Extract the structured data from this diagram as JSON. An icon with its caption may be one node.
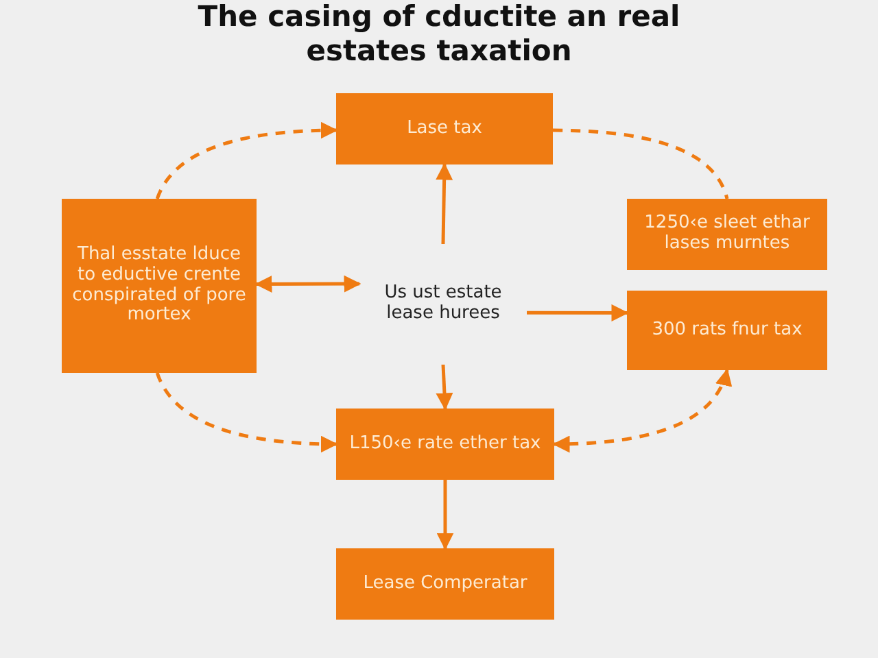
{
  "diagram": {
    "title": "The casing of cductite an real estates taxation",
    "nodes": [
      {
        "text": [
          "Lase tax"
        ]
      },
      {
        "text": [
          "Thal esstate lduce to eductive crente conspirated of pore mortex"
        ]
      },
      {
        "text": [
          "Us ust estate lease hurees"
        ]
      },
      {
        "text": [
          "1250‹e sleet ethar lases murntes"
        ]
      },
      {
        "text": [
          "300 rats fnur tax"
        ]
      },
      {
        "text": [
          "L150‹e rate ether tax"
        ]
      },
      {
        "text": [
          "Lease Comperatar"
        ]
      }
    ],
    "edges": [
      {
        "from": 1,
        "to": 0,
        "arrow": "to",
        "style": "dashed"
      },
      {
        "from": 0,
        "to": 3,
        "arrow": "none",
        "style": "dashed"
      },
      {
        "from": 2,
        "to": 0,
        "arrow": "to"
      },
      {
        "from": 2,
        "to": 1,
        "arrow": "both"
      },
      {
        "from": 2,
        "to": 4,
        "arrow": "to"
      },
      {
        "from": 2,
        "to": 5,
        "arrow": "to"
      },
      {
        "from": 1,
        "to": 5,
        "arrow": "to",
        "style": "dashed"
      },
      {
        "from": 4,
        "to": 5,
        "arrow": "both",
        "style": "dashed"
      },
      {
        "from": 5,
        "to": 6,
        "arrow": "to"
      }
    ]
  }
}
